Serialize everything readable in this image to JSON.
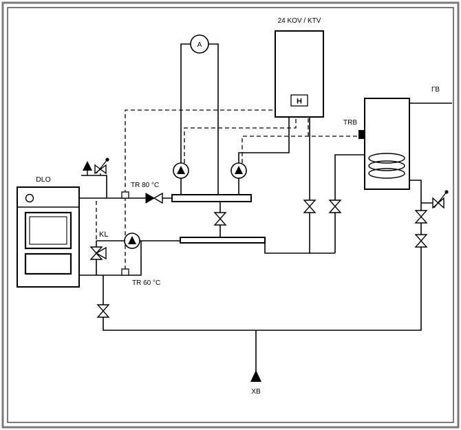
{
  "labels": {
    "dlo": "DLO",
    "kl": "KL",
    "tr80": "TR 80 °C",
    "tr60": "TR 60 °C",
    "air_vent": "A",
    "wall_boiler": "24 KOV / KTV",
    "wall_boiler_logo": "H",
    "trb": "TRB",
    "hot_water": "ГВ",
    "cold_water": "ХВ"
  },
  "colors": {
    "line": "#000000",
    "background": "#ffffff",
    "frame_outer": "#7a7a7a",
    "frame_inner": "#222222"
  }
}
